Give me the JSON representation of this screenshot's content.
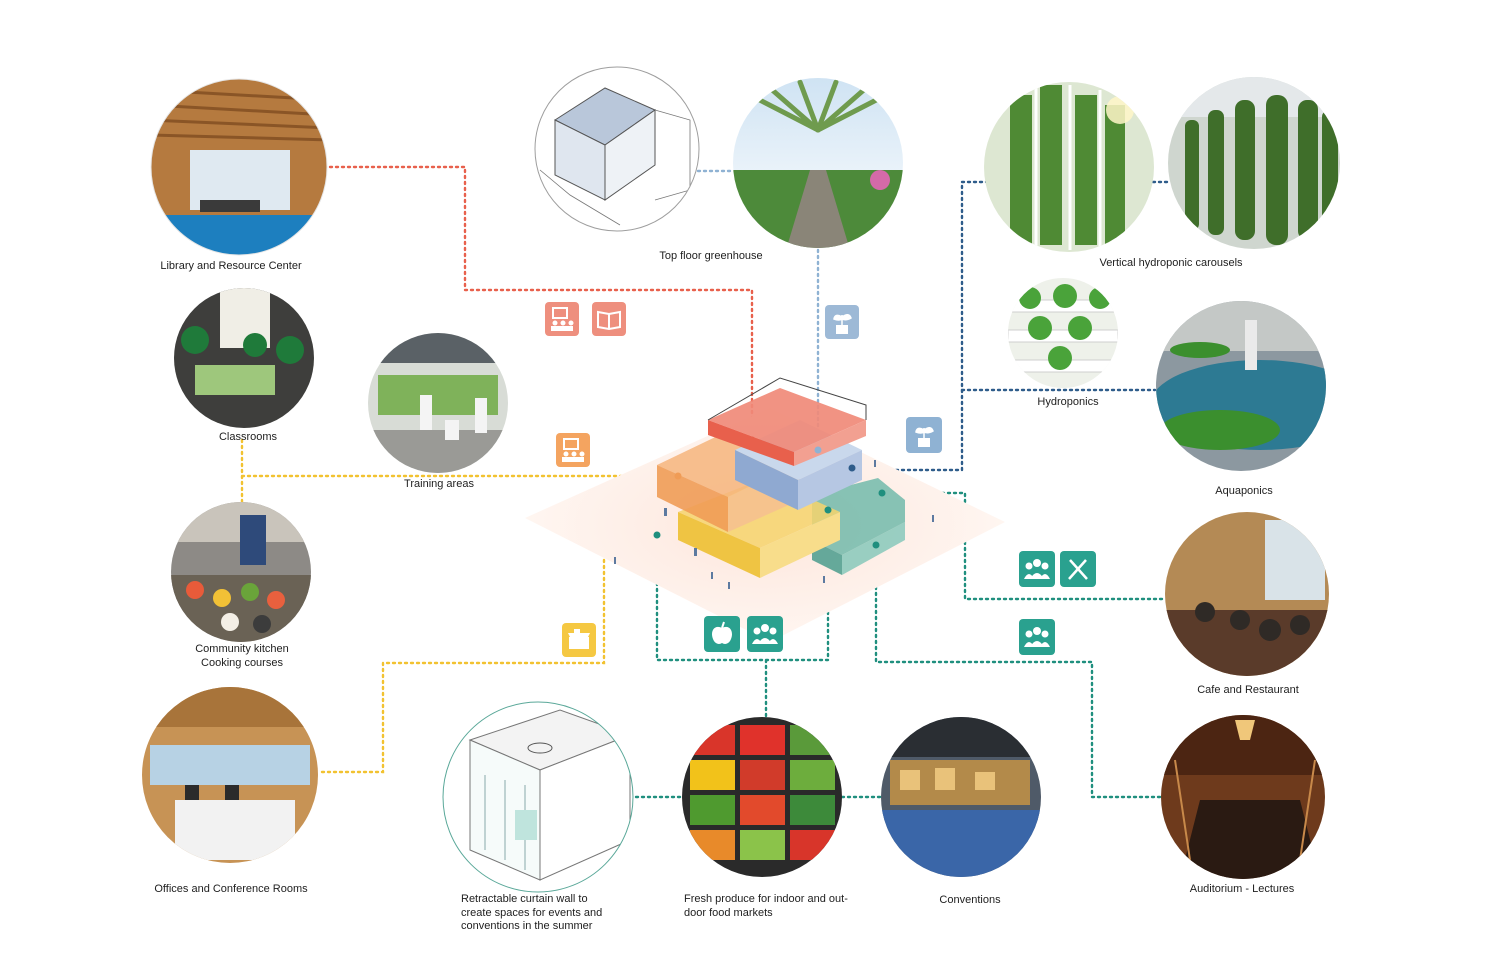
{
  "colors": {
    "red": "#e8604c",
    "yellow": "#f2c230",
    "teal": "#1f8f7e",
    "blue": "#2e5c8a",
    "lightblue": "#8fb2d3",
    "iconRed": "#ee8f7e",
    "iconOrange": "#f4a460",
    "iconYellow": "#f5c842",
    "iconTeal": "#2aa18f",
    "iconBlue": "#9db9d6"
  },
  "captions": {
    "library": "Library and Resource Center",
    "greenhouse": "Top floor greenhouse",
    "vertical": "Vertical hydroponic carousels",
    "classrooms": "Classrooms",
    "training": "Training areas",
    "hydroponics": "Hydroponics",
    "aquaponics": "Aquaponics",
    "kitchen_line1": "Community kitchen",
    "kitchen_line2": "Cooking courses",
    "cafe": "Cafe and Restaurant",
    "offices": "Offices and Conference Rooms",
    "curtain_line1": "Retractable curtain wall to",
    "curtain_line2": "create spaces for events and",
    "curtain_line3": "conventions in the summer",
    "produce_line1": "Fresh produce for indoor and out-",
    "produce_line2": "door food markets",
    "conventions": "Conventions",
    "auditorium": "Auditorium - Lectures"
  },
  "icons": [
    "classroom-icon",
    "book-icon",
    "plant-icon",
    "plant-icon",
    "classroom-icon",
    "community-icon",
    "restaurant-icon",
    "community-icon",
    "market-stall-icon",
    "apple-icon",
    "community-icon"
  ]
}
